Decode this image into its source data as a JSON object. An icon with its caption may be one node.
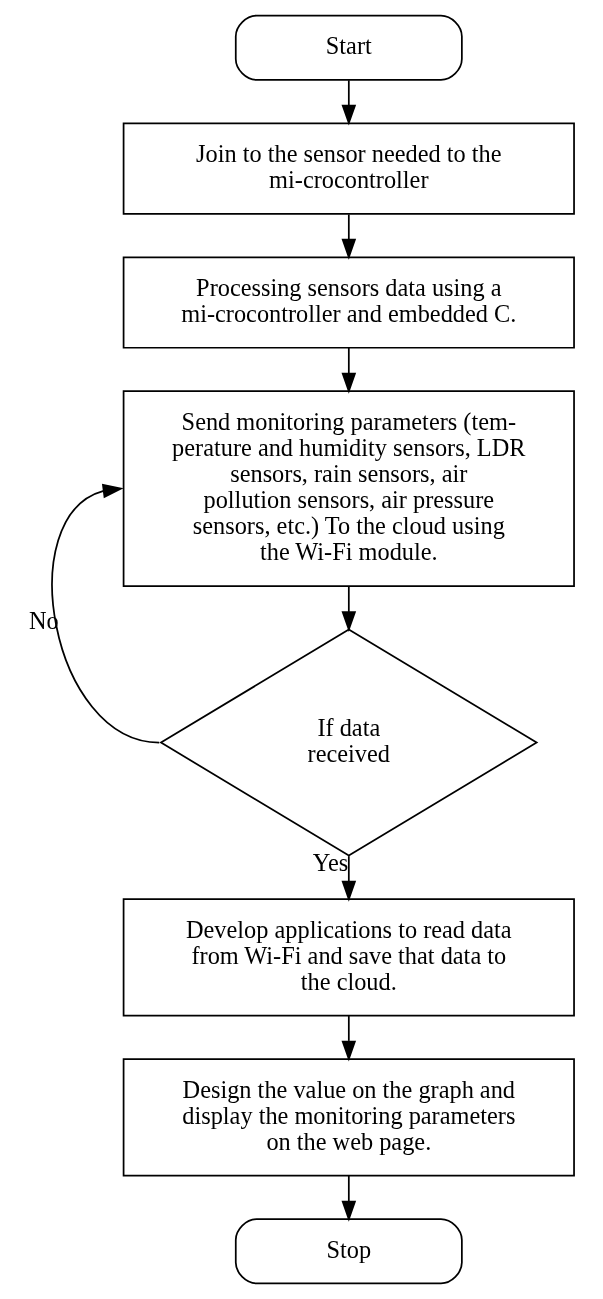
{
  "diagram": {
    "nodes": [
      {
        "text": [
          "Start"
        ]
      },
      {
        "text": [
          "Join to the sensor needed to the mi-crocontroller"
        ]
      },
      {
        "text": [
          "Processing sensors data using a mi-crocontroller and embedded C."
        ]
      },
      {
        "text": [
          "Send monitoring parameters (tem-perature and humidity sensors, LDR sensors, rain sensors, air pollution sensors, air pressure sensors, etc.) To the cloud using the Wi-Fi module."
        ]
      },
      {
        "text": [
          "If data received"
        ]
      },
      {
        "text": [
          "Develop applications to read data from Wi-Fi and save that data to the cloud."
        ]
      },
      {
        "text": [
          "Design the value on the graph and display the monitoring parameters on the web page."
        ]
      },
      {
        "text": [
          "Stop"
        ]
      }
    ],
    "edges": [
      {
        "from": 0,
        "to": 1,
        "arrow": "to"
      },
      {
        "from": 1,
        "to": 2,
        "arrow": "to"
      },
      {
        "from": 2,
        "to": 3,
        "arrow": "to"
      },
      {
        "from": 3,
        "to": 4,
        "arrow": "to"
      },
      {
        "from": 4,
        "to": 3,
        "arrow": "to",
        "label": "No"
      },
      {
        "from": 4,
        "to": 5,
        "arrow": "to",
        "label": "Yes"
      },
      {
        "from": 5,
        "to": 6,
        "arrow": "to"
      },
      {
        "from": 6,
        "to": 7,
        "arrow": "to"
      }
    ]
  }
}
